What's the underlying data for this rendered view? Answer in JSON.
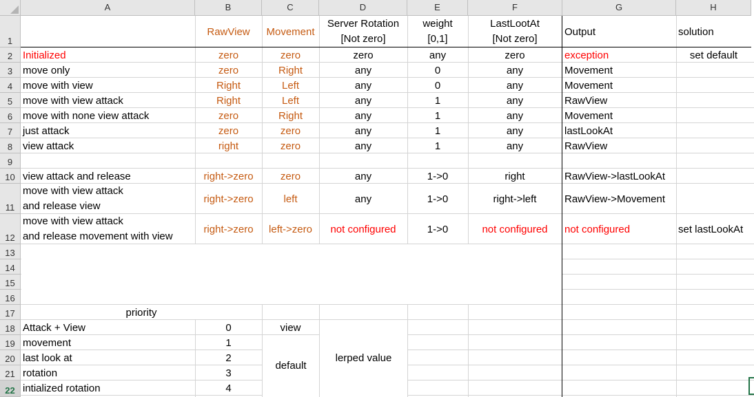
{
  "columns": [
    "A",
    "B",
    "C",
    "D",
    "E",
    "F",
    "G",
    "H"
  ],
  "rows": [
    "1",
    "2",
    "3",
    "4",
    "5",
    "6",
    "7",
    "8",
    "9",
    "10",
    "11",
    "12",
    "13",
    "14",
    "15",
    "16",
    "17",
    "18",
    "19",
    "20",
    "21",
    "22"
  ],
  "header": {
    "b": "RawView",
    "c": "Movement",
    "d1": "Server Rotation",
    "d2": "[Not zero]",
    "e1": "weight",
    "e2": "[0,1]",
    "f1": "LastLootAt",
    "f2": "[Not zero]",
    "g": "Output",
    "h": "solution"
  },
  "table": [
    {
      "a": "Initialized",
      "b": "zero",
      "c": "zero",
      "d": "zero",
      "e": "any",
      "f": "zero",
      "g": "exception",
      "h": "set default"
    },
    {
      "a": "move only",
      "b": "zero",
      "c": "Right",
      "d": "any",
      "e": "0",
      "f": "any",
      "g": "Movement",
      "h": ""
    },
    {
      "a": "move with view",
      "b": "Right",
      "c": "Left",
      "d": "any",
      "e": "0",
      "f": "any",
      "g": "Movement",
      "h": ""
    },
    {
      "a": "move with view attack",
      "b": "Right",
      "c": "Left",
      "d": "any",
      "e": "1",
      "f": "any",
      "g": "RawView",
      "h": ""
    },
    {
      "a": "move with none view attack",
      "b": "zero",
      "c": "Right",
      "d": "any",
      "e": "1",
      "f": "any",
      "g": "Movement",
      "h": ""
    },
    {
      "a": "just attack",
      "b": "zero",
      "c": "zero",
      "d": "any",
      "e": "1",
      "f": "any",
      "g": "lastLookAt",
      "h": ""
    },
    {
      "a": "view attack",
      "b": "right",
      "c": "zero",
      "d": "any",
      "e": "1",
      "f": "any",
      "g": "RawView",
      "h": ""
    }
  ],
  "row10": {
    "a": "view attack and release",
    "b": "right->zero",
    "c": "zero",
    "d": "any",
    "e": "1->0",
    "f": "right",
    "g": "RawView->lastLookAt"
  },
  "row11": {
    "a1": "move with view attack",
    "a2": "and release view",
    "b": "right->zero",
    "c": "left",
    "d": "any",
    "e": "1->0",
    "f": "right->left",
    "g": "RawView->Movement"
  },
  "row12": {
    "a1": "move with view attack",
    "a2": "and release movement with view",
    "b": "right->zero",
    "c": "left->zero",
    "d": "not configured",
    "e": "1->0",
    "f": "not configured",
    "g": "not configured",
    "h": "set lastLookAt"
  },
  "priority": {
    "title": "priority",
    "items": [
      {
        "label": "Attack + View",
        "rank": "0"
      },
      {
        "label": "movement",
        "rank": "1"
      },
      {
        "label": "last look at",
        "rank": "2"
      },
      {
        "label": "rotation",
        "rank": "3"
      },
      {
        "label": "intialized rotation",
        "rank": "4"
      }
    ],
    "view": "view",
    "default": "default",
    "lerped": "lerped value"
  },
  "colors": {
    "orange": "#c55a11",
    "red": "#ff0000",
    "selection": "#217346"
  }
}
